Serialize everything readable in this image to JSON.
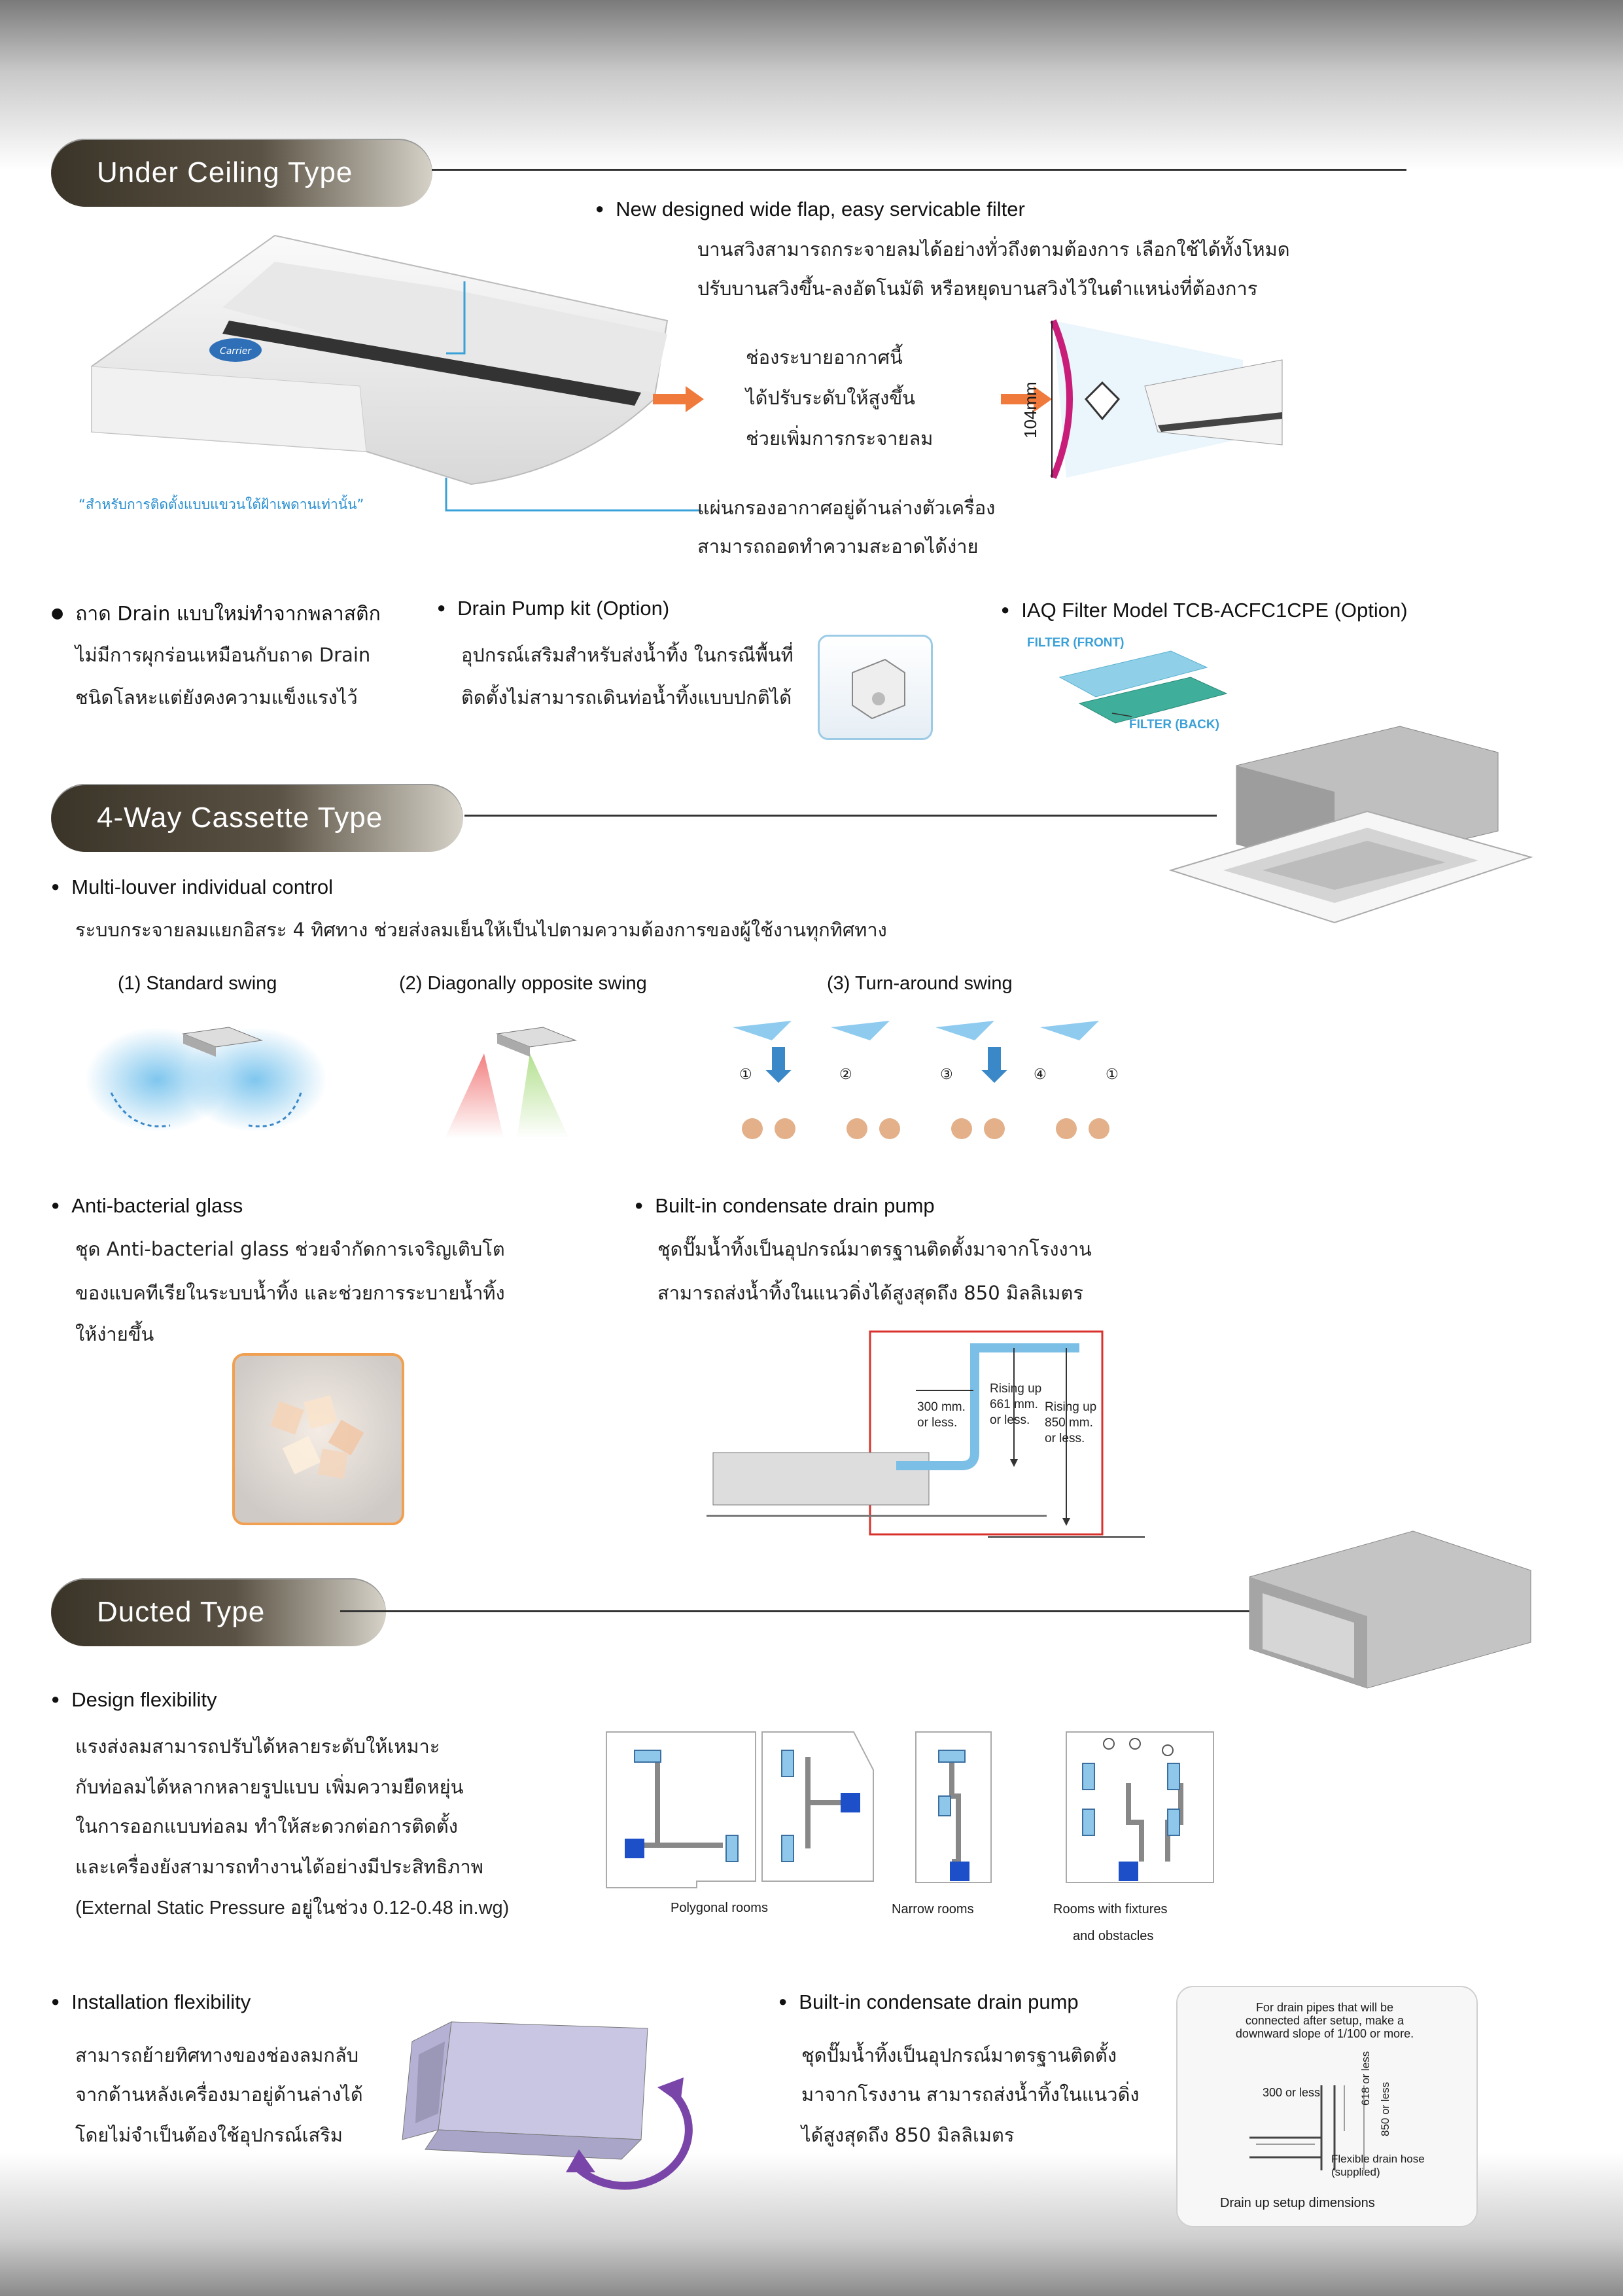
{
  "sections": {
    "under_ceiling": {
      "title": "Under Ceiling Type",
      "flap_heading": "New designed wide flap, easy servicable filter",
      "flap_lines": [
        "บานสวิงสามารถกระจายลมได้อย่างทั่วถึงตามต้องการ เลือกใช้ได้ทั้งโหมด",
        "ปรับบานสวิงขึ้น-ลงอัตโนมัติ หรือหยุดบานสวิงไว้ในตำแหน่งที่ต้องการ"
      ],
      "outlet_lines": [
        "ช่องระบายอากาศนี้",
        "ได้ปรับระดับให้สูงขึ้น",
        "ช่วยเพิ่มการกระจายลม"
      ],
      "dimension_label": "104mm",
      "ceiling_note": "“สำหรับการติดตั้งแบบแขวนใต้ฝ้าเพดานเท่านั้น”",
      "filter_lines": [
        "แผ่นกรองอากาศอยู่ด้านล่างตัวเครื่อง",
        "สามารถถอดทำความสะอาดได้ง่าย"
      ],
      "drain_tray_heading": "ถาด Drain แบบใหม่ทำจากพลาสติก",
      "drain_tray_lines": [
        "ไม่มีการผุกร่อนเหมือนกับถาด Drain",
        "ชนิดโลหะแต่ยังคงความแข็งแรงไว้"
      ],
      "pump_heading": "Drain Pump kit (Option)",
      "pump_lines": [
        "อุปกรณ์เสริมสำหรับส่งน้ำทิ้ง ในกรณีพื้นที่",
        "ติดตั้งไม่สามารถเดินท่อน้ำทิ้งแบบปกติได้"
      ],
      "iaq_heading": "IAQ Filter Model TCB-ACFC1CPE (Option)",
      "filter_front": "FILTER (FRONT)",
      "filter_back": "FILTER (BACK)",
      "brand_logo": "Carrier"
    },
    "cassette": {
      "title": "4-Way Cassette Type",
      "louver_heading": "Multi-louver individual control",
      "louver_line": "ระบบกระจายลมแยกอิสระ 4 ทิศทาง ช่วยส่งลมเย็นให้เป็นไปตามความต้องการของผู้ใช้งานทุกทิศทาง",
      "swing_labels": [
        "(1) Standard swing",
        "(2) Diagonally opposite swing",
        "(3) Turn-around swing"
      ],
      "turn_steps": [
        "①",
        "②",
        "③",
        "④",
        "①"
      ],
      "glass_heading": "Anti-bacterial glass",
      "glass_lines": [
        "ชุด Anti-bacterial glass ช่วยจำกัดการเจริญเติบโต",
        "ของแบคทีเรียในระบบน้ำทิ้ง และช่วยการระบายน้ำทิ้ง",
        "ให้ง่ายขึ้น"
      ],
      "pump_heading": "Built-in condensate drain pump",
      "pump_lines": [
        "ชุดปั๊มน้ำทิ้งเป็นอุปกรณ์มาตรฐานติดตั้งมาจากโรงงาน",
        "สามารถส่งน้ำทิ้งในแนวดิ่งได้สูงสุดถึง 850 มิลลิเมตร"
      ],
      "diagram": {
        "d1": [
          "300 mm.",
          "or less."
        ],
        "d2": [
          "Rising up",
          "661 mm.",
          "or less."
        ],
        "d3": [
          "Rising up",
          "850 mm.",
          "or less."
        ]
      }
    },
    "ducted": {
      "title": "Ducted Type",
      "design_heading": "Design flexibility",
      "design_lines": [
        "แรงส่งลมสามารถปรับได้หลายระดับให้เหมาะ",
        "กับท่อลมได้หลากหลายรูปแบบ เพิ่มความยืดหยุ่น",
        "ในการออกแบบท่อลม ทำให้สะดวกต่อการติดตั้ง",
        "และเครื่องยังสามารถทำงานได้อย่างมีประสิทธิภาพ",
        "(External Static Pressure อยู่ในช่วง 0.12-0.48 in.wg)"
      ],
      "room_labels": [
        "Polygonal rooms",
        "Narrow rooms",
        "Rooms with fixtures",
        "and obstacles"
      ],
      "install_heading": "Installation flexibility",
      "install_lines": [
        "สามารถย้ายทิศทางของช่องลมกลับ",
        "จากด้านหลังเครื่องมาอยู่ด้านล่างได้",
        "โดยไม่จำเป็นต้องใช้อุปกรณ์เสริม"
      ],
      "pump_heading": "Built-in condensate drain pump",
      "pump_lines": [
        "ชุดปั๊มน้ำทิ้งเป็นอุปกรณ์มาตรฐานติดตั้ง",
        "มาจากโรงงาน สามารถส่งน้ำทิ้งในแนวดิ่ง",
        "ได้สูงสุดถึง 850 มิลลิเมตร"
      ],
      "drain_box": {
        "note": [
          "For drain pipes that will be",
          "connected after setup, make a",
          "downward slope of 1/100 or more."
        ],
        "horiz": "300 or less",
        "v1": "618 or less",
        "v2": "850 or less",
        "hose": [
          "Flexible drain hose",
          "(supplied)"
        ],
        "caption": "Drain up setup dimensions"
      }
    }
  }
}
